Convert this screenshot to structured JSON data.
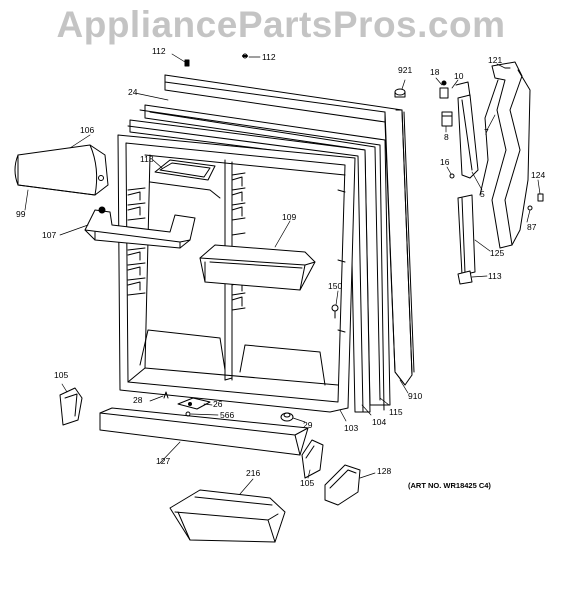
{
  "watermark": "AppliancePartsPros.com",
  "art_no": "(ART NO. WR18425 C4)",
  "callouts": [
    {
      "id": "112a",
      "text": "112"
    },
    {
      "id": "112b",
      "text": "112"
    },
    {
      "id": "24",
      "text": "24"
    },
    {
      "id": "921",
      "text": "921"
    },
    {
      "id": "18",
      "text": "18"
    },
    {
      "id": "10",
      "text": "10"
    },
    {
      "id": "121",
      "text": "121"
    },
    {
      "id": "8",
      "text": "8"
    },
    {
      "id": "7",
      "text": "7"
    },
    {
      "id": "106",
      "text": "106"
    },
    {
      "id": "118",
      "text": "118"
    },
    {
      "id": "16",
      "text": "16"
    },
    {
      "id": "124",
      "text": "124"
    },
    {
      "id": "5",
      "text": "5"
    },
    {
      "id": "99",
      "text": "99"
    },
    {
      "id": "107",
      "text": "107"
    },
    {
      "id": "109",
      "text": "109"
    },
    {
      "id": "87",
      "text": "87"
    },
    {
      "id": "125",
      "text": "125"
    },
    {
      "id": "113",
      "text": "113"
    },
    {
      "id": "150",
      "text": "150"
    },
    {
      "id": "105a",
      "text": "105"
    },
    {
      "id": "910",
      "text": "910"
    },
    {
      "id": "28",
      "text": "28"
    },
    {
      "id": "26",
      "text": "26"
    },
    {
      "id": "566",
      "text": "566"
    },
    {
      "id": "115",
      "text": "115"
    },
    {
      "id": "104",
      "text": "104"
    },
    {
      "id": "103",
      "text": "103"
    },
    {
      "id": "29",
      "text": "29"
    },
    {
      "id": "127",
      "text": "127"
    },
    {
      "id": "105b",
      "text": "105"
    },
    {
      "id": "216",
      "text": "216"
    },
    {
      "id": "128",
      "text": "128"
    }
  ]
}
